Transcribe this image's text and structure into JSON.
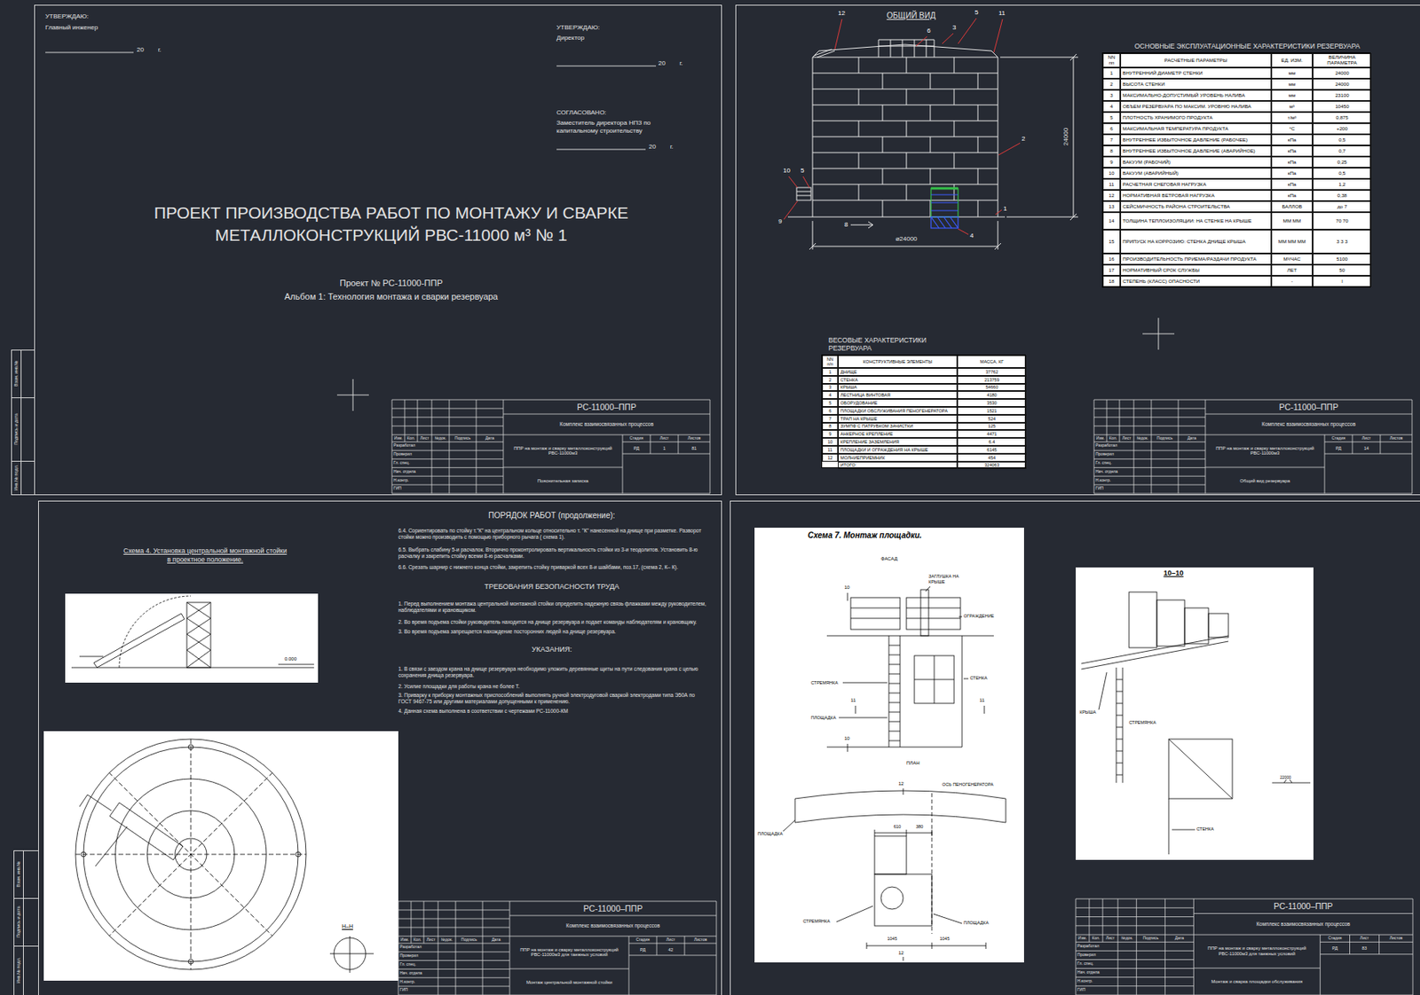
{
  "diagram": {
    "title": "ПРОЕКТ ПРОИЗВОДСТВА РАБОТ ПО МОНТАЖУ И СВАРКЕ МЕТАЛЛОКОНСТРУКЦИЙ РВС-11000 м³ № 1",
    "nodes": [
      {
        "text": [
          "РС-11000–ППР",
          "Комплекс взаимосвязанных процессов",
          "Изм.",
          "Кол.",
          "Лист",
          "№док.",
          "Подпись",
          "Дата",
          "Разработал",
          "Проверил",
          "Гл. спец.",
          "Нач. отдела",
          "Н.контр.",
          "ГИП",
          "ППР на монтаж и сварку металлоконструкций РВС-11000м3",
          "Стадия",
          "Лист",
          "Листов",
          "РД",
          "1",
          "81",
          "Пояснительная записка"
        ]
      },
      {
        "text": [
          "ОСНОВНЫЕ ЭКСПЛУАТАЦИОННЫЕ ХАРАКТЕРИСТИКИ РЕЗЕРВУАРА",
          "NN пп",
          "РАСЧЕТНЫЕ ПАРАМЕТРЫ",
          "ЕД. ИЗМ.",
          "ВЕЛИЧИНА ПАРАМЕТРА",
          "1",
          "ВНУТРЕННИЙ ДИАМЕТР СТЕНКИ",
          "мм",
          "24000",
          "2",
          "ВЫСОТА СТЕНКИ",
          "мм",
          "24000",
          "3",
          "МАКСИМАЛЬНО-ДОПУСТИМЫЙ УРОВЕНЬ НАЛИВА",
          "мм",
          "23100",
          "4",
          "ОБЪЕМ РЕЗЕРВУАРА ПО МАКСИМ. УРОВНЮ НАЛИВА",
          "м³",
          "10450",
          "5",
          "ПЛОТНОСТЬ ХРАНИМОГО ПРОДУКТА",
          "т/м³",
          "0,875",
          "6",
          "МАКСИМАЛЬНАЯ ТЕМПЕРАТУРА ПРОДУКТА",
          "°С",
          "+200",
          "7",
          "ВНУТРЕННЕЕ ИЗБЫТОЧНОЕ ДАВЛЕНИЕ (РАБОЧЕЕ)",
          "кПа",
          "0,5",
          "8",
          "ВНУТРЕННЕЕ ИЗБЫТОЧНОЕ ДАВЛЕНИЕ (АВАРИЙНОЕ)",
          "кПа",
          "0,7",
          "9",
          "ВАКУУМ (РАБОЧИЙ)",
          "кПа",
          "0,25",
          "10",
          "ВАКУУМ (АВАРИЙНЫЙ)",
          "кПа",
          "0,5",
          "11",
          "РАСЧЕТНАЯ СНЕГОВАЯ НАГРУЗКА",
          "кПа",
          "1,2",
          "12",
          "НОРМАТИВНАЯ ВЕТРОВАЯ НАГРУЗКА",
          "кПа",
          "0,38",
          "13",
          "СЕЙСМИЧНОСТЬ РАЙОНА СТРОИТЕЛЬСТВА",
          "БАЛЛОВ",
          "до 7",
          "14",
          "ТОЛЩИНА ТЕПЛОИЗОЛЯЦИИ: НА СТЕНКЕ НА КРЫШЕ",
          "ММ ММ",
          "70 70",
          "15",
          "ПРИПУСК НА КОРРОЗИЮ: СТЕНКА ДНИЩЕ КРЫША",
          "ММ ММ ММ",
          "3 3 3",
          "16",
          "ПРОИЗВОДИТЕЛЬНОСТЬ ПРИЕМА/РАЗДАЧИ ПРОДУКТА",
          "М³/ЧАС",
          "5100",
          "17",
          "НОРМАТИВНЫЙ СРОК СЛУЖБЫ",
          "ЛЕТ",
          "50",
          "18",
          "СТЕПЕНЬ (КЛАСС) ОПАСНОСТИ",
          "-",
          "I"
        ]
      },
      {
        "text": [
          "ВЕСОВЫЕ ХАРАКТЕРИСТИКИ РЕЗЕРВУАРА",
          "NN п/п",
          "КОНСТРУКТИВНЫЕ ЭЛЕМЕНТЫ",
          "МАССА, КГ",
          "1",
          "ДНИЩЕ",
          "37762",
          "2",
          "СТЕНКА",
          "213759",
          "3",
          "КРЫША",
          "54660",
          "4",
          "ЛЕСТНИЦА ВИНТОВАЯ",
          "4180",
          "5",
          "ОБОРУДОВАНИЕ",
          "3530",
          "6",
          "ПЛОЩАДКИ ОБСЛУЖИВАНИЯ ПЕНОГЕНЕРАТОРА",
          "1521",
          "7",
          "ТРАП НА КРЫШЕ",
          "524",
          "8",
          "ЗУМПФ С ПАТРУБКОМ ЗАЧИСТКИ",
          "125",
          "9",
          "АНКЕРНОЕ КРЕПЛЕНИЕ",
          "4471",
          "10",
          "КРЕПЛЕНИЕ ЗАЗЕМЛЕНИЯ",
          "6.4",
          "11",
          "ПЛОЩАДКИ И ОГРАЖДЕНИЯ НА КРЫШЕ",
          "6145",
          "12",
          "МОЛНИЕПРИЕМНИК",
          "454",
          "ИТОГО:",
          "324063"
        ]
      },
      {
        "text": [
          "РС-11000–ППР",
          "Комплекс взаимосвязанных процессов",
          "Изм.",
          "Кол.",
          "Лист",
          "№док.",
          "Подпись",
          "Дата",
          "Разработал",
          "Проверил",
          "Гл. спец.",
          "Нач. отдела",
          "Н.контр.",
          "ГИП",
          "ППР на монтаж и сварку металлоконструкций РВС-11000м3",
          "Стадия",
          "Лист",
          "Листов",
          "РД",
          "14",
          "Общий вид резервуара"
        ]
      },
      {
        "text": [
          "РС-11000–ППР",
          "Комплекс взаимосвязанных процессов",
          "Изм.",
          "Кол.",
          "Лист",
          "№док.",
          "Подпись",
          "Дата",
          "Разработал",
          "Проверил",
          "Гл. спец.",
          "Нач. отдела",
          "Н.контр.",
          "ГИП",
          "ППР на монтаж и сварку металлоконструкций РВС-11000м3 для таежных условий",
          "Стадия",
          "Лист",
          "Листов",
          "РД",
          "42",
          "Монтаж центральной монтажной стойки"
        ]
      },
      {
        "text": [
          "РС-11000–ППР",
          "Комплекс взаимосвязанных процессов",
          "Изм.",
          "Кол.",
          "Лист",
          "№док.",
          "Подпись",
          "Дата",
          "Разработал",
          "Проверил",
          "Гл. спец.",
          "Нач. отдела",
          "Н.контр.",
          "ГИП",
          "ППР на монтаж и сварку металлоконструкций РВС-11000м3 для таежных условий",
          "Стадия",
          "Лист",
          "Листов",
          "РД",
          "83",
          "Монтаж и сварка площадки обслуживания"
        ]
      }
    ],
    "labels": [
      "УТВЕРЖДАЮ:",
      "Главный инженер",
      "20        г.",
      "УТВЕРЖДАЮ:",
      "Директор",
      "20        г.",
      "СОГЛАСОВАНО:",
      "Заместитель директора НПЗ по капитальному строительству",
      "20        г.",
      "Проект № РС-11000-ППР",
      "Альбом 1: Технология монтажа и сварки резервуара",
      "Взам. инв.№",
      "Подпись и дата",
      "Инв.№ подл.",
      "ОБЩИЙ ВИД",
      "12",
      "5",
      "11",
      "6",
      "3",
      "2",
      "10",
      "5",
      "9",
      "8",
      "1",
      "4",
      "24000",
      "⌀24000",
      "ПОРЯДОК РАБОТ (продолжение):",
      "6.4. Сориентировать по стойку т.\"К\" на центральном кольце относительно т. \"К\" нанесенной на днище при разметке. Разворот стойки можно производить с помощью приборного рычага ( схема 1).",
      "6.5. Выбрать слабину 5-и расчалок. Вторично проконтролировать вертикальность стойки из 3-и теодолитов. Установить 8-ю расчалку и закрепить стойку всеми 8-ю расчалками.",
      "6.6. Срезать шарнир с нижнего конца стойки, закрепить стойку приваркой всех 8-и шайбами, поз.17, (схема 2, К– К).",
      "ТРЕБОВАНИЯ БЕЗОПАСНОСТИ ТРУДА",
      "1. Перед выполнением монтажа центральной монтажной стойки определить надежную связь флажками между руководителем, наблюдателями и крановщиком.",
      "2. Во время подъема стойки руководитель находится на днище резервуара и подает команды наблюдателям и крановщику.",
      "3. Во время подъема запрещается нахождение посторонних людей на днище резервуара.",
      "УКАЗАНИЯ:",
      "1. В связи с заездом крана на днище резервуара необходимо уложить деревянные щиты на пути следования крана с целью сохранения днища резервуара.",
      "2. Усилие площадки для работы крана не более Т.",
      "3. Приварку к приборку монтажных приспособлений выполнять ручной электродуговой сваркой электродами типа Э50А по ГОСТ 9467-75 или другими материалами допущенными к применению.",
      "4. Данная схема выполнена в соответствии с чертежами РС-11000-КМ",
      "Схема 4. Установка центральной монтажной стойки в проектное положение.",
      "0.000",
      "Н–Н",
      "Взам. инв.№",
      "Подпись и дата",
      "Инв.№ подл.",
      "Схема 7. Монтаж площадки.",
      "ФАСАД",
      "ЗАГЛУШКА НА КРЫШЕ",
      "ОГРАЖДЕНИЕ",
      "СТЕНКА",
      "СТРЕМЯНКА",
      "ПЛОЩАДКА",
      "10",
      "10",
      "11",
      "11",
      "ПЛАН",
      "12",
      "ОСЬ ПЕНОГЕНЕРАТОРА",
      "610",
      "380",
      "ПЛОЩАДКА",
      "СТРЕМЯНКА",
      "ПЛОЩАДКА",
      "1045",
      "1045",
      "12",
      "10–10",
      "КРЫША",
      "СТРЕМЯНКА",
      "СТЕНКА",
      "22000"
    ]
  }
}
